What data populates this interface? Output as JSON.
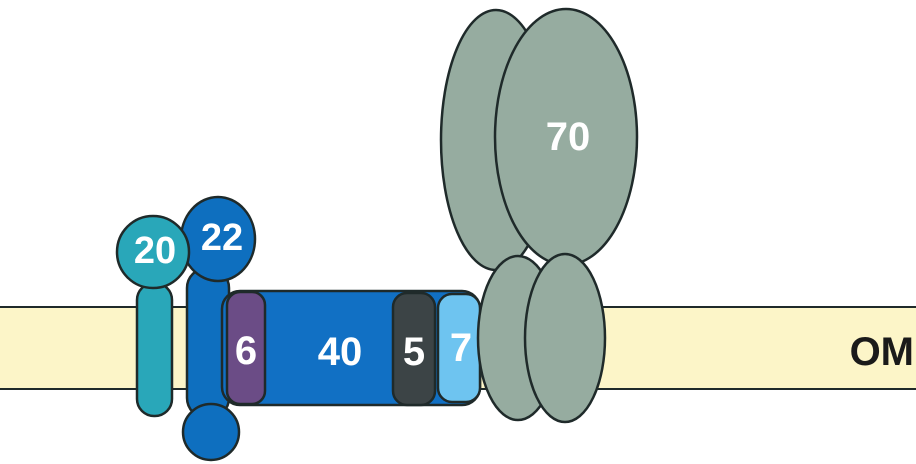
{
  "membrane": {
    "label": "OM",
    "color": "#fcf5c8"
  },
  "subunits": {
    "tom20": {
      "label": "20",
      "color": "#29a7b9"
    },
    "tom22": {
      "label": "22",
      "color": "#0e6fbf"
    },
    "tom6": {
      "label": "6",
      "color": "#6b4c86"
    },
    "tom40": {
      "label": "40",
      "color": "#1170c4"
    },
    "tom5": {
      "label": "5",
      "color": "#3c4446"
    },
    "tom7": {
      "label": "7",
      "color": "#6ec4f0"
    },
    "tom70": {
      "label": "70",
      "color": "#96aca0"
    }
  }
}
